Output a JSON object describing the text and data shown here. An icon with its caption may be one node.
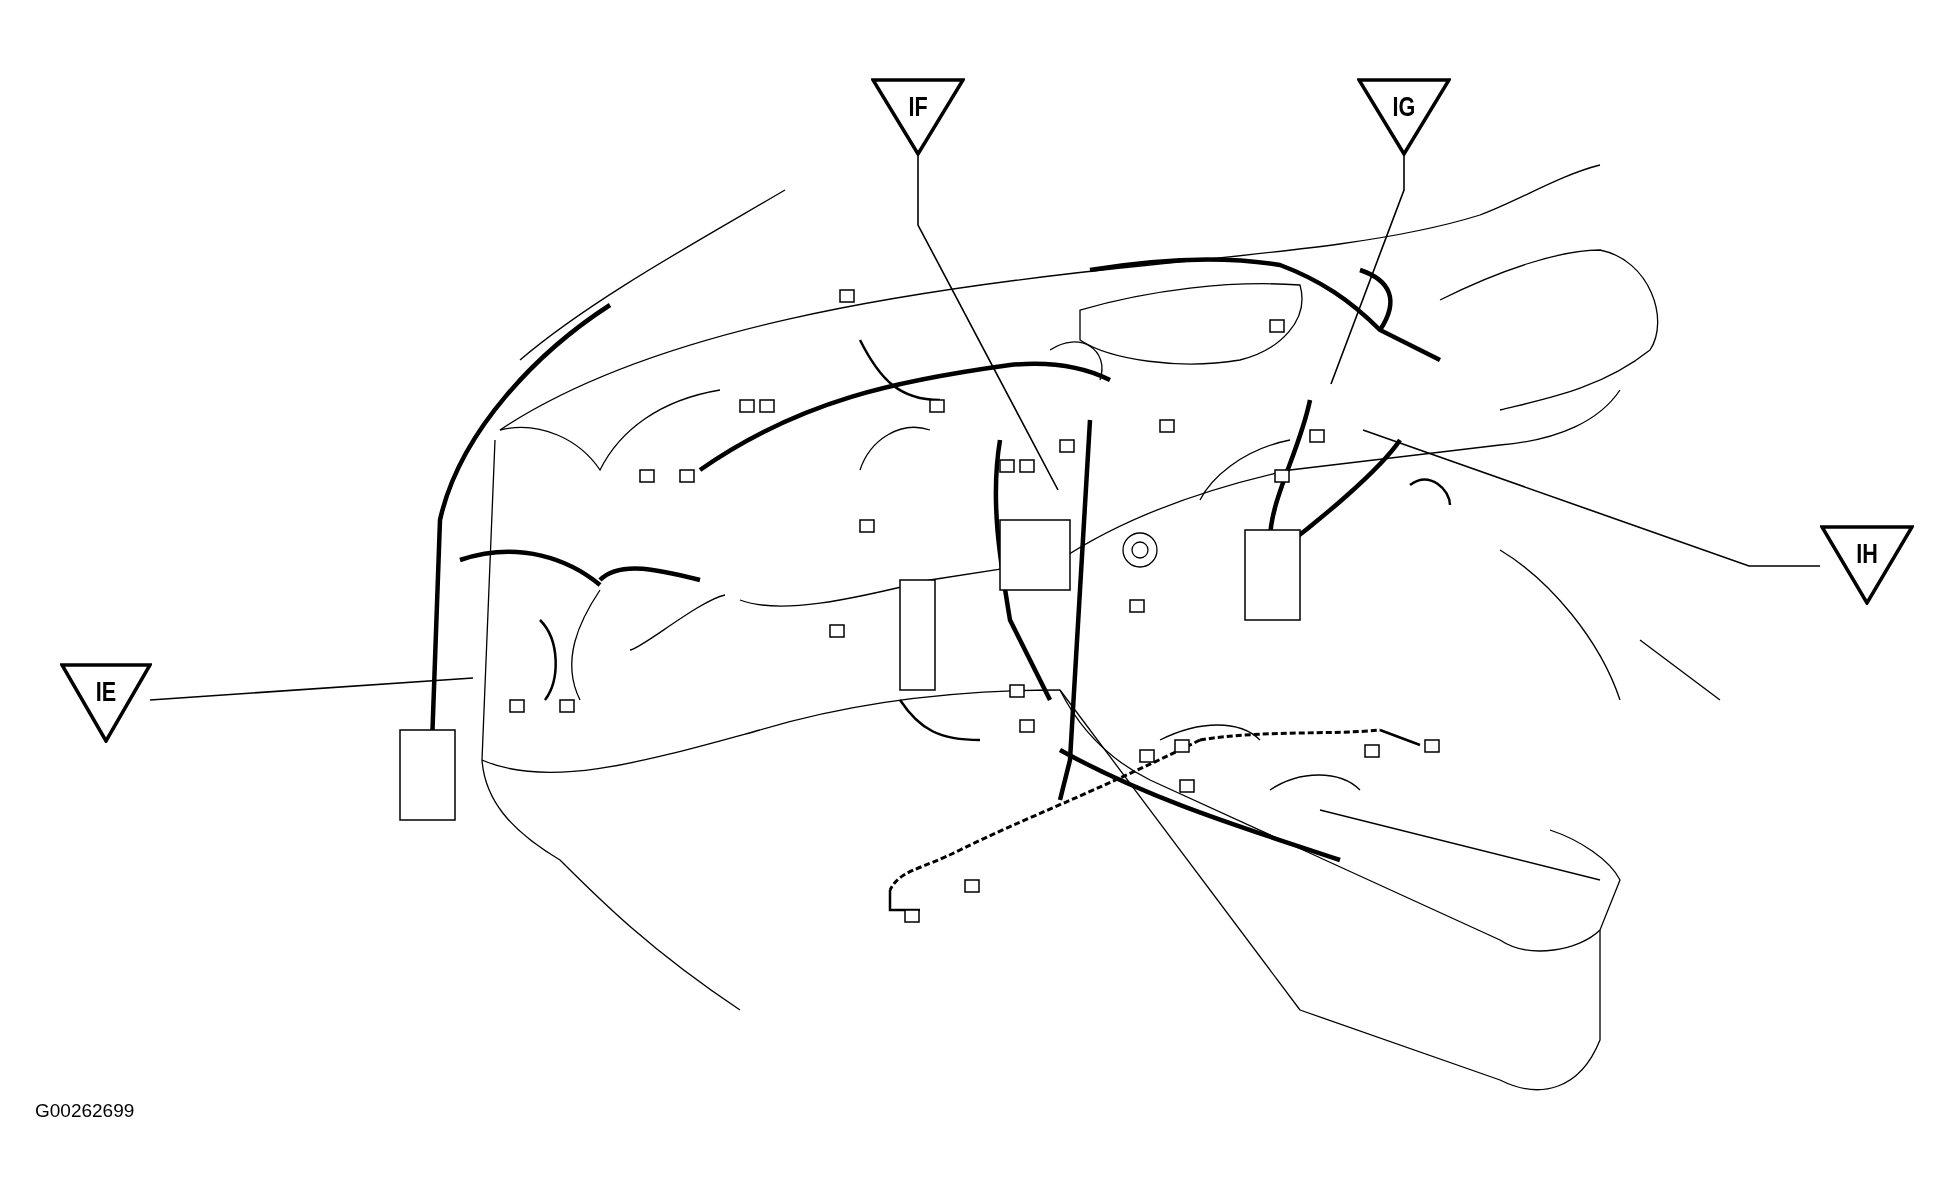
{
  "diagram": {
    "nodes": [
      {
        "text": [
          "IE"
        ]
      },
      {
        "text": [
          "IF"
        ]
      },
      {
        "text": [
          "IG"
        ]
      },
      {
        "text": [
          "IH"
        ]
      }
    ],
    "edges": [
      {
        "from": 0,
        "to": null,
        "arrow": "none"
      },
      {
        "from": 1,
        "to": null,
        "arrow": "none"
      },
      {
        "from": 2,
        "to": null,
        "arrow": "none"
      },
      {
        "from": 3,
        "to": null,
        "arrow": "none"
      }
    ],
    "labels": [
      "G00262699"
    ]
  }
}
